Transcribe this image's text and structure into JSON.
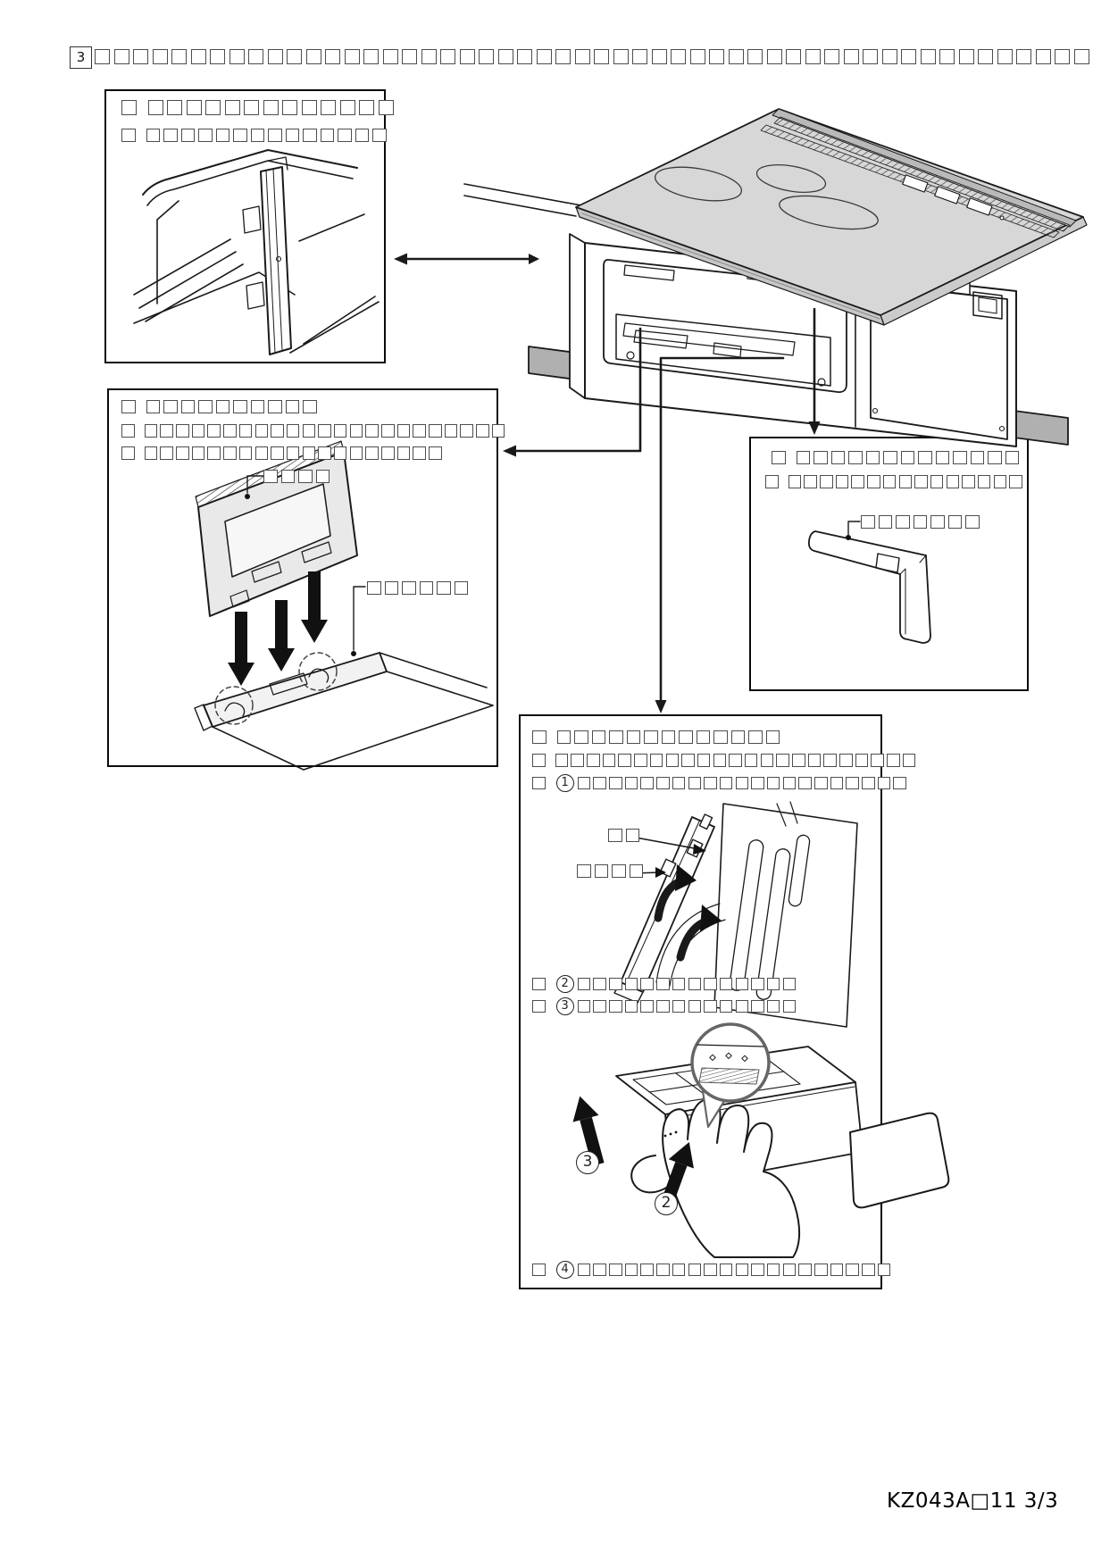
{
  "step": {
    "number": "3",
    "masked": "□□□□□□□□□□□□□□□□□□□□□□□□□□□□□□□□□□□□□□□□□□□□□□□□□□□□"
  },
  "boxes": {
    "top_left": {
      "line1": "□ □□□□□□□□□□□□□",
      "line2": "□ □□□□□□□□□□□□□□"
    },
    "mid_left": {
      "line1": "□ □□□□□□□□□□",
      "line2": "□ □□□□□□□□□□□□□□□□□□□□□□□",
      "line3": "□ □□□□□□□□□□□□□□□□□□□",
      "panel_label": "□□□□",
      "frame_label": "□□□□□□"
    },
    "right": {
      "line1": "□ □□□□□□□□□□□□□",
      "line2": "□ □□□□□□□□□□□□□□□",
      "bracket_label": "□□□□□□□"
    },
    "bottom": {
      "line1": "□ □□□□□□□□□□□□□",
      "line2": "□ □□□□□□□□□□□□□□□□□□□□□□□",
      "line3": "□ ①□□□□□□□□□□□□□□□□□□□□□",
      "tab_label": "□□",
      "hook_label": "□□□□",
      "line4": "□ ②□□□□□□□□□□□□□□",
      "line5": "□ ③□□□□□□□□□□□□□□",
      "arrow3_label": "③",
      "arrow2_label": "②",
      "line6": "□ ④□□□□□□□□□□□□□□□□□□□□"
    }
  },
  "footer": {
    "text": "KZ043A□11  3/3"
  }
}
